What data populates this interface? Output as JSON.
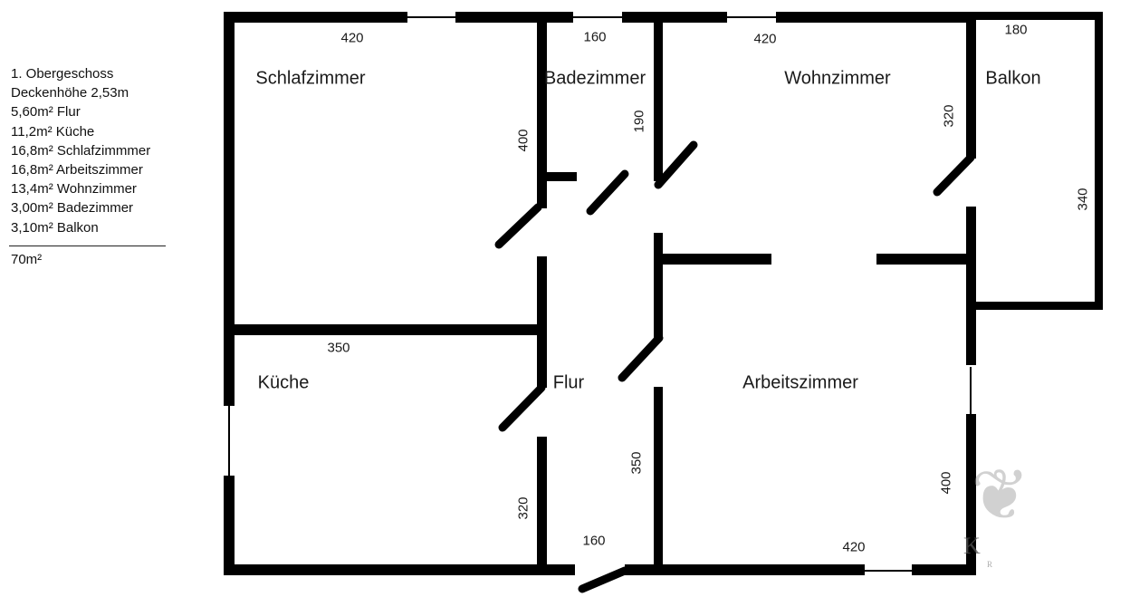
{
  "legend": {
    "lines": [
      "1. Obergeschoss",
      "Deckenhöhe 2,53m",
      "5,60m² Flur",
      "11,2m² Küche",
      "16,8m² Schlafzimmmer",
      "16,8m² Arbeitszimmer",
      "13,4m² Wohnzimmer",
      "3,00m² Badezimmer",
      "3,10m² Balkon"
    ],
    "total": "70m²"
  },
  "rooms": {
    "schlafzimmer": "Schlafzimmer",
    "badezimmer": "Badezimmer",
    "wohnzimmer": "Wohnzimmer",
    "balkon": "Balkon",
    "kueche": "Küche",
    "flur": "Flur",
    "arbeitszimmer": "Arbeitszimmer"
  },
  "dimensions": {
    "schlafzimmer_width": "420",
    "badezimmer_width": "160",
    "wohnzimmer_width": "420",
    "balkon_width": "180",
    "schlafzimmer_depth": "400",
    "badezimmer_depth": "190",
    "wohnzimmer_depth": "320",
    "balkon_depth": "340",
    "kueche_width": "350",
    "kueche_depth": "320",
    "flur_depth": "350",
    "entry_width": "160",
    "arbeitszimmer_width": "420",
    "arbeitszimmer_depth": "400"
  },
  "watermark": {
    "ornament": "❦",
    "letter_large": "K",
    "letter_small": "R"
  },
  "colors": {
    "wall": "#000000",
    "text": "#1a1a1a",
    "background": "#ffffff"
  }
}
